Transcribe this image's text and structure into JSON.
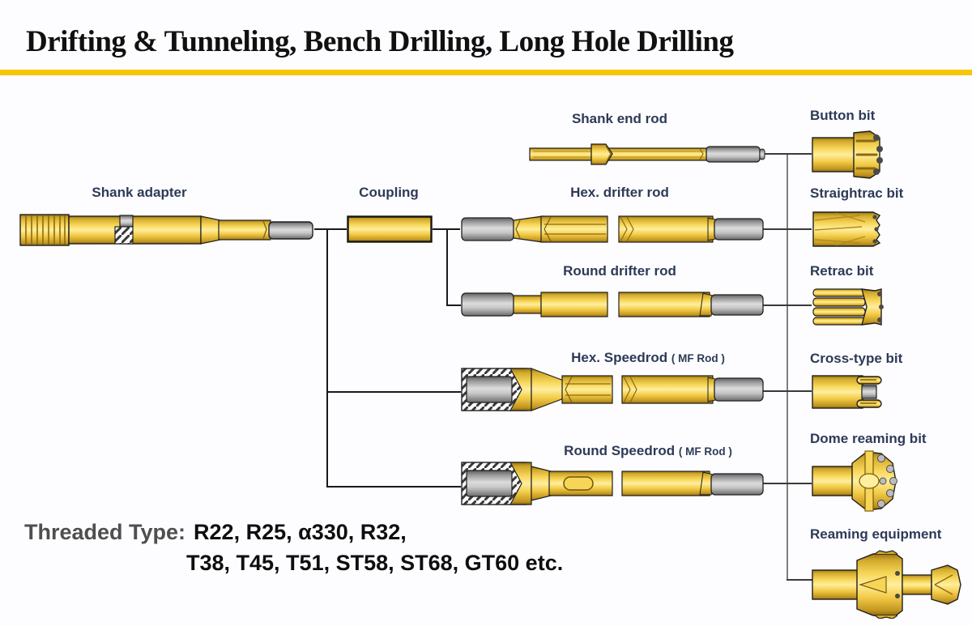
{
  "title": "Drifting & Tunneling, Bench Drilling, Long Hole Drilling",
  "labels": {
    "shank_adapter": "Shank adapter",
    "coupling": "Coupling",
    "shank_end_rod": "Shank end rod",
    "hex_drifter_rod": "Hex. drifter rod",
    "round_drifter_rod": "Round drifter rod",
    "hex_speedrod": "Hex. Speedrod",
    "hex_speedrod_suffix": "( MF Rod )",
    "round_speedrod": "Round Speedrod",
    "round_speedrod_suffix": "( MF Rod )",
    "button_bit": "Button bit",
    "straightrac_bit": "Straightrac bit",
    "retrac_bit": "Retrac bit",
    "cross_type_bit": "Cross-type bit",
    "dome_reaming_bit": "Dome reaming bit",
    "reaming_equipment": "Reaming equipment"
  },
  "footer": {
    "prefix": "Threaded Type:",
    "line1": "R22, R25, α330, R32,",
    "line2": "T38, T45, T51, ST58, ST68, GT60 etc."
  },
  "colors": {
    "accent_yellow": "#f6c60a",
    "rod_yellow": "#f3cc48",
    "metal_gray": "#acacac",
    "label_navy": "#2d3a57"
  }
}
